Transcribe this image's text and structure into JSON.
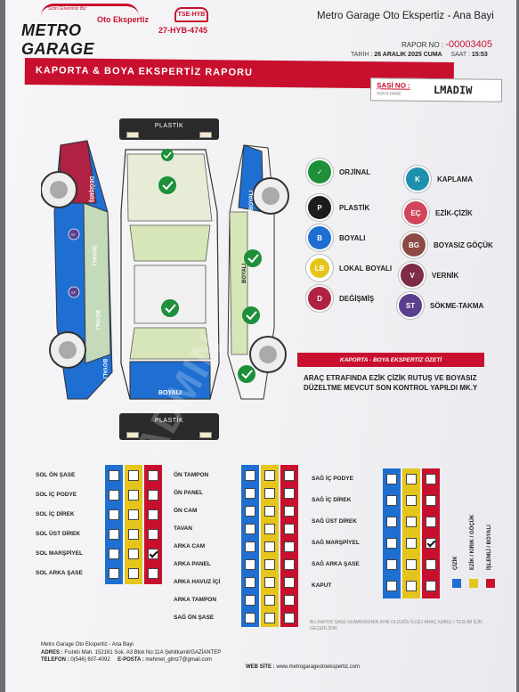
{
  "header": {
    "logo_small": "Sizin Güveniniz Biz",
    "logo_oto": "Oto Ekspertiz",
    "logo_main": "METRO GARAGE",
    "stamp": "TSE-HYB",
    "tse_code": "27-HYB-4745",
    "company": "Metro Garage Oto Ekspertiz - Ana Bayi",
    "rapor_label": "RAPOR NO :",
    "rapor_no": "-00003405",
    "tarih_label": "TARİH :",
    "tarih": "26 ARALIK 2025 CUMA",
    "saat_label": "SAAT :",
    "saat": "15:53"
  },
  "banner": {
    "title": "KAPORTA & BOYA EKSPERTİZ RAPORU"
  },
  "sasi": {
    "label": "ŞASİ NO :",
    "sub": "SON 6 HANE",
    "value": "LMADIW"
  },
  "car": {
    "front_label": "PLASTİK",
    "rear_label": "PLASTİK",
    "left_labels": [
      "DEĞİŞMİŞ",
      "ST",
      "BOYALI",
      "BOYALI",
      "BOYALI",
      "ST"
    ],
    "right_labels": [
      "BOYALI",
      "BOYALI"
    ],
    "trunk_label": "BOYALI"
  },
  "legend": [
    {
      "code": "✓",
      "label": "ORJİNAL",
      "color": "#1e8f3a"
    },
    {
      "code": "K",
      "label": "KAPLAMA",
      "color": "#1f8fae"
    },
    {
      "code": "P",
      "label": "PLASTİK",
      "color": "#1c1c1c"
    },
    {
      "code": "EÇ",
      "label": "EZİK-ÇİZİK",
      "color": "#d2455a"
    },
    {
      "code": "B",
      "label": "BOYALI",
      "color": "#1e6fd1"
    },
    {
      "code": "BG",
      "label": "BOYASIZ GÖÇÜK",
      "color": "#8c4a42"
    },
    {
      "code": "LB",
      "label": "LOKAL BOYALI",
      "color": "#e5c51b"
    },
    {
      "code": "V",
      "label": "VERNİK",
      "color": "#7d2b47"
    },
    {
      "code": "D",
      "label": "DEĞİŞMİŞ",
      "color": "#b02143"
    },
    {
      "code": "ST",
      "label": "SÖKME-TAKMA",
      "color": "#5b3f8f"
    }
  ],
  "ozet": {
    "title": "KAPORTA - BOYA EKSPERTİZ ÖZETİ",
    "text": "ARAÇ ETRAFINDA EZİK ÇİZİK RUTUŞ VE BOYASIZ DÜZELTME MEVCUT SON KONTROL YAPILDI MK.Y"
  },
  "checklist": {
    "col_heads": [
      "ÇİZİK",
      "EZİK / KIRIK / GÖÇÜK",
      "İŞLEMLİ / BOYALI"
    ],
    "left_rows": [
      {
        "label": "SOL ÖN ŞASE",
        "checked": [
          false,
          false,
          false
        ]
      },
      {
        "label": "SOL İÇ PODYE",
        "checked": [
          false,
          false,
          false
        ]
      },
      {
        "label": "SOL İÇ DİREK",
        "checked": [
          false,
          false,
          false
        ]
      },
      {
        "label": "SOL ÜST DİREK",
        "checked": [
          false,
          false,
          false
        ]
      },
      {
        "label": "SOL MARŞPİYEL",
        "checked": [
          false,
          false,
          true
        ]
      },
      {
        "label": "SOL ARKA ŞASE",
        "checked": [
          false,
          false,
          false
        ]
      }
    ],
    "mid_rows": [
      {
        "label": "ÖN TAMPON",
        "checked": [
          false,
          false,
          false
        ]
      },
      {
        "label": "ÖN PANEL",
        "checked": [
          false,
          false,
          false
        ]
      },
      {
        "label": "ÖN CAM",
        "checked": [
          false,
          false,
          false
        ]
      },
      {
        "label": "TAVAN",
        "checked": [
          false,
          false,
          false
        ]
      },
      {
        "label": "ARKA CAM",
        "checked": [
          false,
          false,
          false
        ]
      },
      {
        "label": "ARKA PANEL",
        "checked": [
          false,
          false,
          false
        ]
      },
      {
        "label": "ARKA HAVUZ İÇİ",
        "checked": [
          false,
          false,
          false
        ]
      },
      {
        "label": "ARKA TAMPON",
        "checked": [
          false,
          false,
          false
        ]
      },
      {
        "label": "SAĞ ÖN ŞASE",
        "checked": [
          false,
          false,
          false
        ]
      }
    ],
    "right_rows": [
      {
        "label": "SAĞ İÇ PODYE",
        "checked": [
          false,
          false,
          false
        ]
      },
      {
        "label": "SAĞ İÇ DİREK",
        "checked": [
          false,
          false,
          false
        ]
      },
      {
        "label": "SAĞ ÜST DİREK",
        "checked": [
          false,
          false,
          false
        ]
      },
      {
        "label": "SAĞ MARŞPİYEL",
        "checked": [
          false,
          false,
          true
        ]
      },
      {
        "label": "SAĞ ARKA ŞASE",
        "checked": [
          false,
          false,
          false
        ]
      },
      {
        "label": "KAPUT",
        "checked": [
          false,
          false,
          false
        ]
      }
    ]
  },
  "note": "BU RAPOR ŞASE NUMARASININ AYNI OLDUĞU İLGİLİ ARAÇ KABUL / TESLİM İÇİN GEÇERLİDİR.",
  "footer": {
    "company": "Metro Garage Oto Ekspertiz - Ana Bayi",
    "adres_label": "ADRES :",
    "adres": "Fıstıklı Mah. 152161 Sok. A3 Blok No:11A Şehitkamil/GAZİANTEP",
    "telefon_label": "TELEFON :",
    "telefon": "0(546) 607-4092",
    "eposta_label": "E-POSTA :",
    "eposta": "mehmet_glmz7@gmail.com",
    "web_label": "WEB SİTE :",
    "web": "www.metrogarageotoekspertiz.com"
  },
  "colors": {
    "red": "#c8102e",
    "blue": "#1e6fd1",
    "yellow": "#e5c51b",
    "green": "#1e8f3a"
  }
}
